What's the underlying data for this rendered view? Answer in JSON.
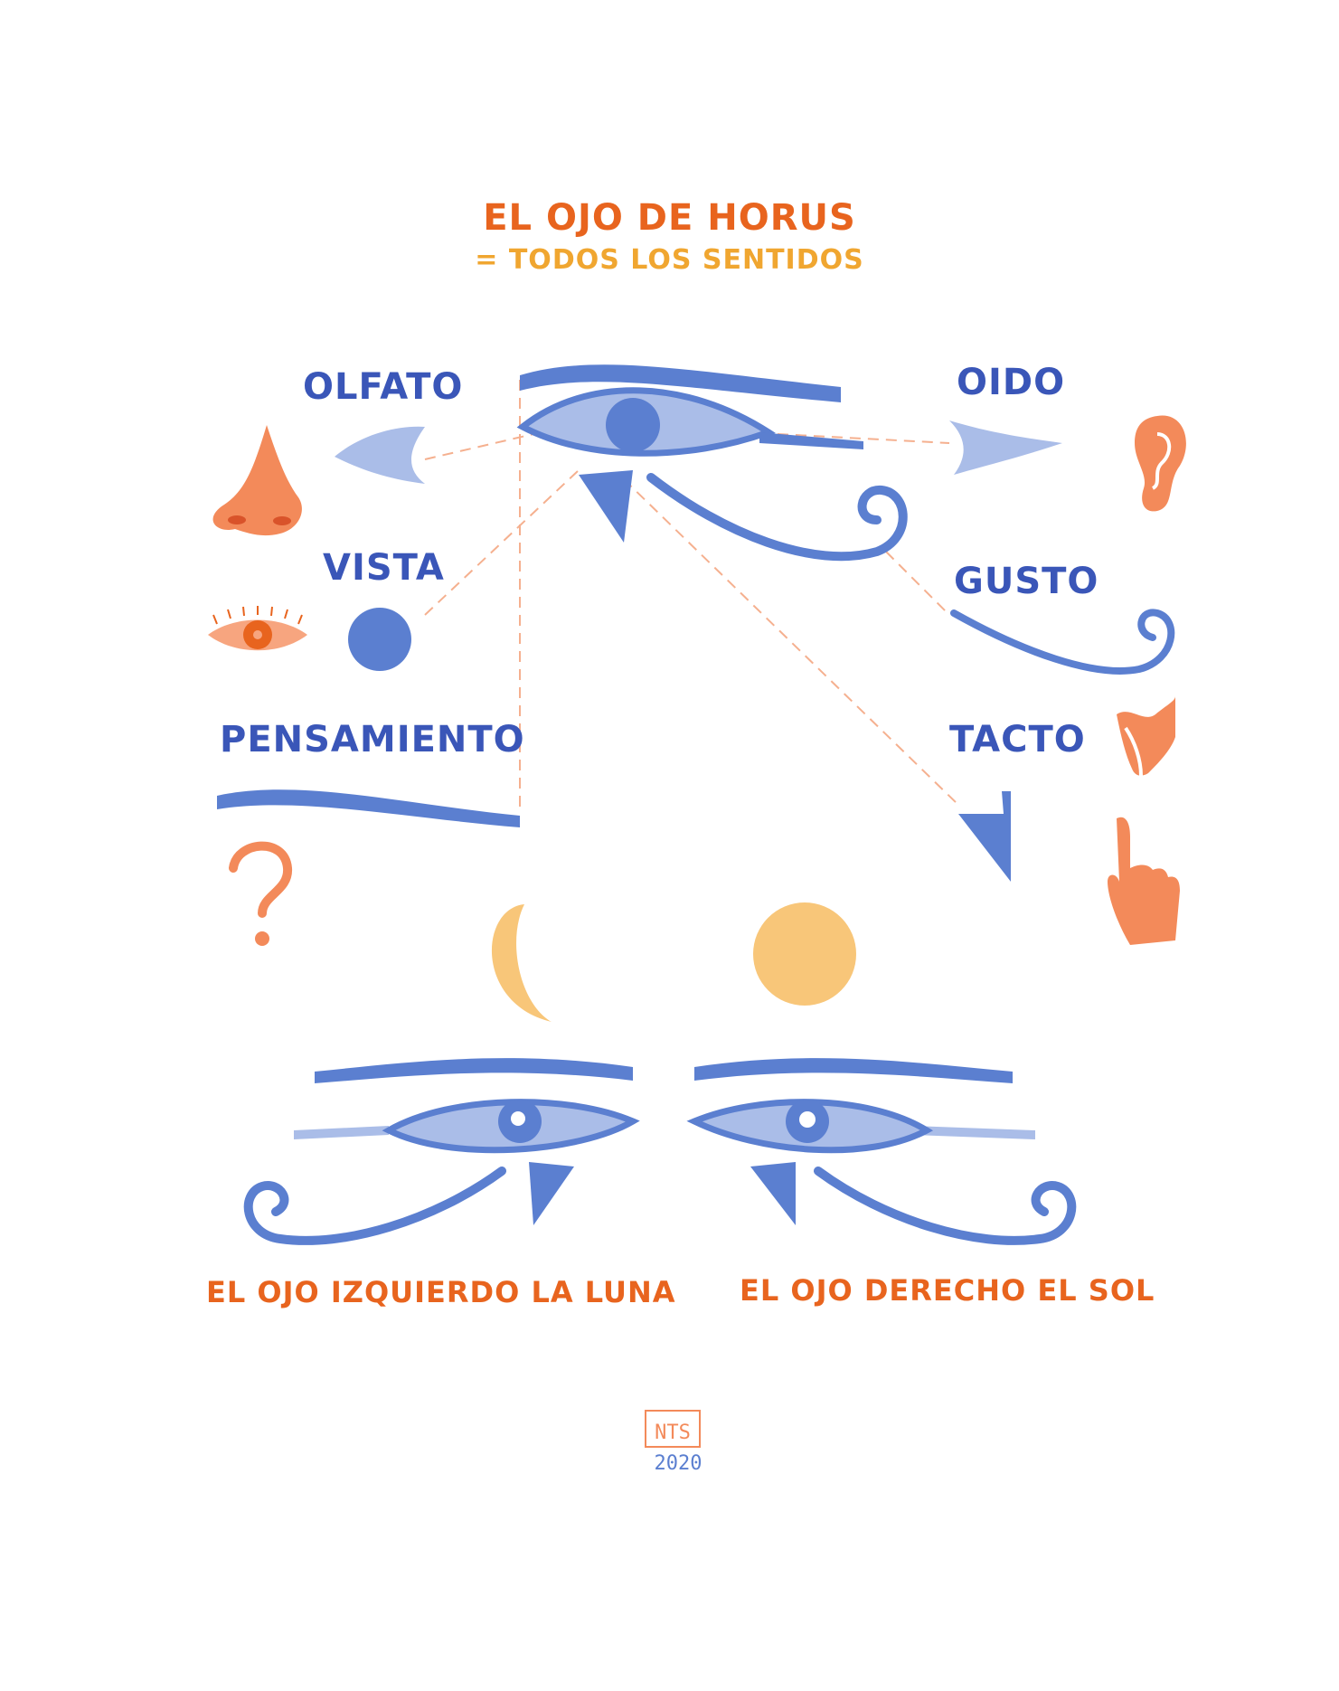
{
  "title": "EL OJO DE HORUS",
  "subtitle": "= TODOS LOS SENTIDOS",
  "senses": {
    "olfato": "OLFATO",
    "oido": "OIDO",
    "vista": "VISTA",
    "gusto": "GUSTO",
    "pensamiento": "PENSAMIENTO",
    "tacto": "TACTO"
  },
  "captions": {
    "left_eye": "EL OJO IZQUIERDO LA LUNA",
    "right_eye": "EL OJO DERECHO EL SOL"
  },
  "signature": {
    "initials": "NTS",
    "year": "2020"
  },
  "colors": {
    "title": "#e8641e",
    "subtitle": "#f0a630",
    "labels": "#3a56b8",
    "stroke_blue": "#5b7fd0",
    "light_blue": "#aabde8",
    "accent_orange": "#f38a5a",
    "sun_moon": "#f8c679"
  }
}
